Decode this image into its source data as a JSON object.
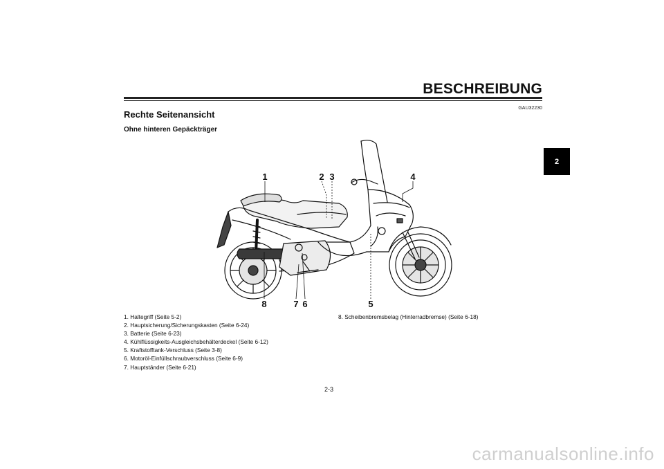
{
  "header": {
    "chapter_title": "BESCHREIBUNG",
    "doc_code": "GAU32230",
    "chapter_tab": "2"
  },
  "section": {
    "title": "Rechte Seitenansicht",
    "subtitle": "Ohne hinteren Gepäckträger"
  },
  "figure": {
    "callouts": [
      "1",
      "2",
      "3",
      "4",
      "5",
      "6",
      "7",
      "8"
    ]
  },
  "legend": {
    "left": [
      "1. Haltegriff (Seite 5-2)",
      "2. Hauptsicherung/Sicherungskasten (Seite 6-24)",
      "3. Batterie (Seite 6-23)",
      "4. Kühlflüssigkeits-Ausgleichsbehälterdeckel (Seite 6-12)",
      "5. Kraftstofftank-Verschluss (Seite 3-8)",
      "6. Motoröl-Einfüllschraubverschluss (Seite 6-9)",
      "7. Hauptständer (Seite 6-21)"
    ],
    "right": [
      "8. Scheibenbremsbelag (Hinterradbremse) (Seite 6-18)"
    ]
  },
  "footer": {
    "page_number": "2-3",
    "watermark": "carmanualsonline.info"
  }
}
